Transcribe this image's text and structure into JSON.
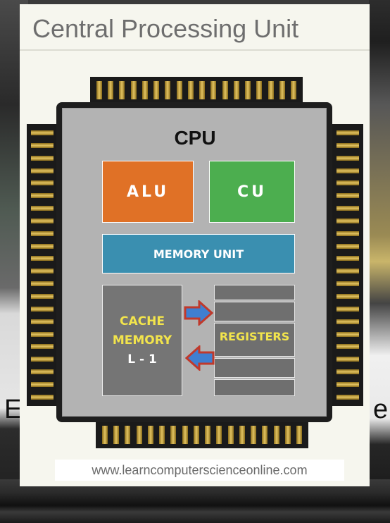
{
  "slide": {
    "title": "Central Processing Unit",
    "footer_url": "www.learncomputerscienceonline.com"
  },
  "diagram": {
    "chip_label": "CPU",
    "blocks": {
      "alu": "ALU",
      "cu": "CU",
      "memory_unit": "MEMORY UNIT",
      "cache_line1": "CACHE",
      "cache_line2": "MEMORY",
      "cache_line3": "L - 1",
      "registers": "REGISTERS"
    },
    "colors": {
      "alu": "#e07126",
      "cu": "#4cae4f",
      "memory_unit": "#3a8fb0",
      "cache": "#757575",
      "registers": "#6f6f6f",
      "cache_text": "#f2e44c",
      "arrow_fill": "#3f7fd0",
      "arrow_stroke": "#c0392b",
      "pins": "#e2c361"
    },
    "arrows": [
      {
        "name": "cache-to-registers-arrow",
        "direction": "right"
      },
      {
        "name": "registers-to-cache-arrow",
        "direction": "left"
      }
    ]
  },
  "background": {
    "left_letter": "E",
    "right_letter": "e"
  }
}
